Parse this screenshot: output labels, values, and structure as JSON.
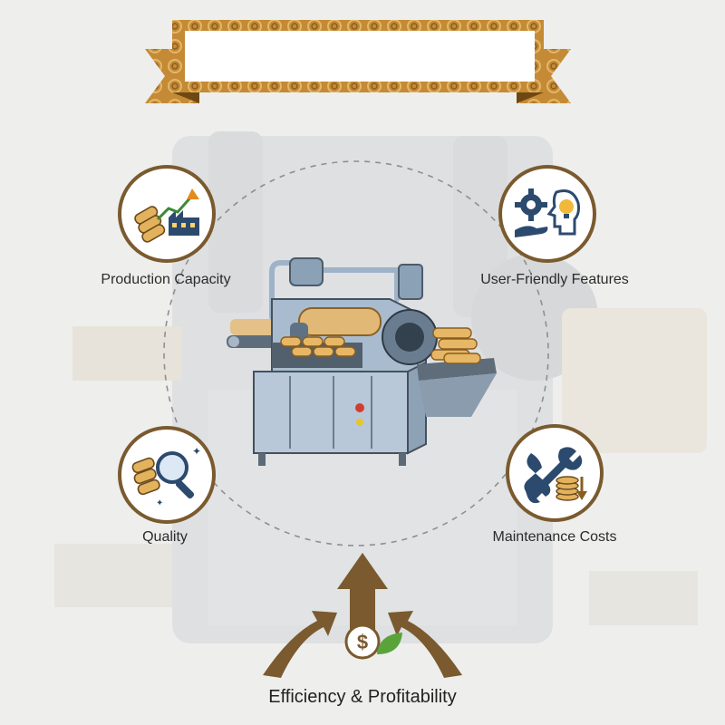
{
  "banner": {
    "title": ""
  },
  "factors": {
    "production_capacity": "Production Capacity",
    "user_friendly": "User-Friendly Features",
    "quality": "Quality",
    "maintenance": "Maintenance Costs"
  },
  "outcome": {
    "label": "Efficiency & Profitability"
  },
  "colors": {
    "brown": "#7a5a2e",
    "gold": "#c8912f",
    "navy": "#1f3a5c",
    "steel": "#9fb3c8",
    "dashed_circle": "#8f8f8f"
  },
  "icons": {
    "production_capacity": "rolls-chart-factory-icon",
    "user_friendly": "gear-hand-lightbulb-head-icon",
    "quality": "rolls-magnifier-icon",
    "maintenance": "wrench-coins-icon",
    "outcome": "arrows-dollar-leaf-icon"
  }
}
